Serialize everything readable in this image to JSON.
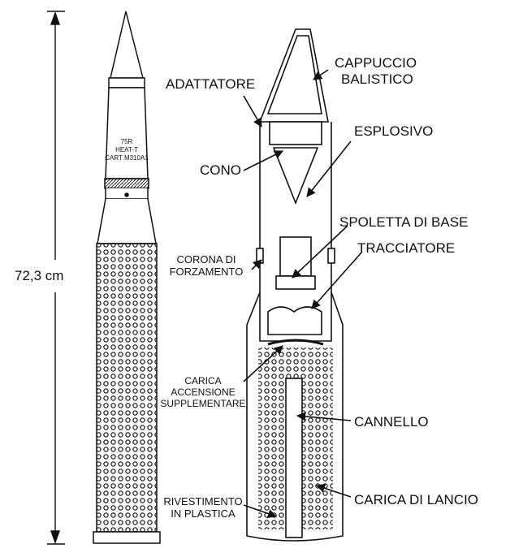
{
  "dimension": {
    "label": "72,3 cm"
  },
  "round_markings": {
    "line1": "75R",
    "line2": "HEAT-T",
    "line3": "CART M310A1"
  },
  "labels": {
    "cappuccio_line1": "CAPPUCCIO",
    "cappuccio_line2": "BALISTICO",
    "adattatore": "ADATTATORE",
    "esplosivo": "ESPLOSIVO",
    "cono": "CONO",
    "spoletta": "SPOLETTA DI BASE",
    "tracciatore": "TRACCIATORE",
    "corona_line1": "CORONA DI",
    "corona_line2": "FORZAMENTO",
    "carica_acc_line1": "CARICA",
    "carica_acc_line2": "ACCENSIONE",
    "carica_acc_line3": "SUPPLEMENTARE",
    "cannello": "CANNELLO",
    "carica_lancio": "CARICA DI LANCIO",
    "rivestimento_line1": "RIVESTIMENTO",
    "rivestimento_line2": "IN PLASTICA"
  },
  "colors": {
    "ink": "#111111",
    "background": "#ffffff"
  }
}
